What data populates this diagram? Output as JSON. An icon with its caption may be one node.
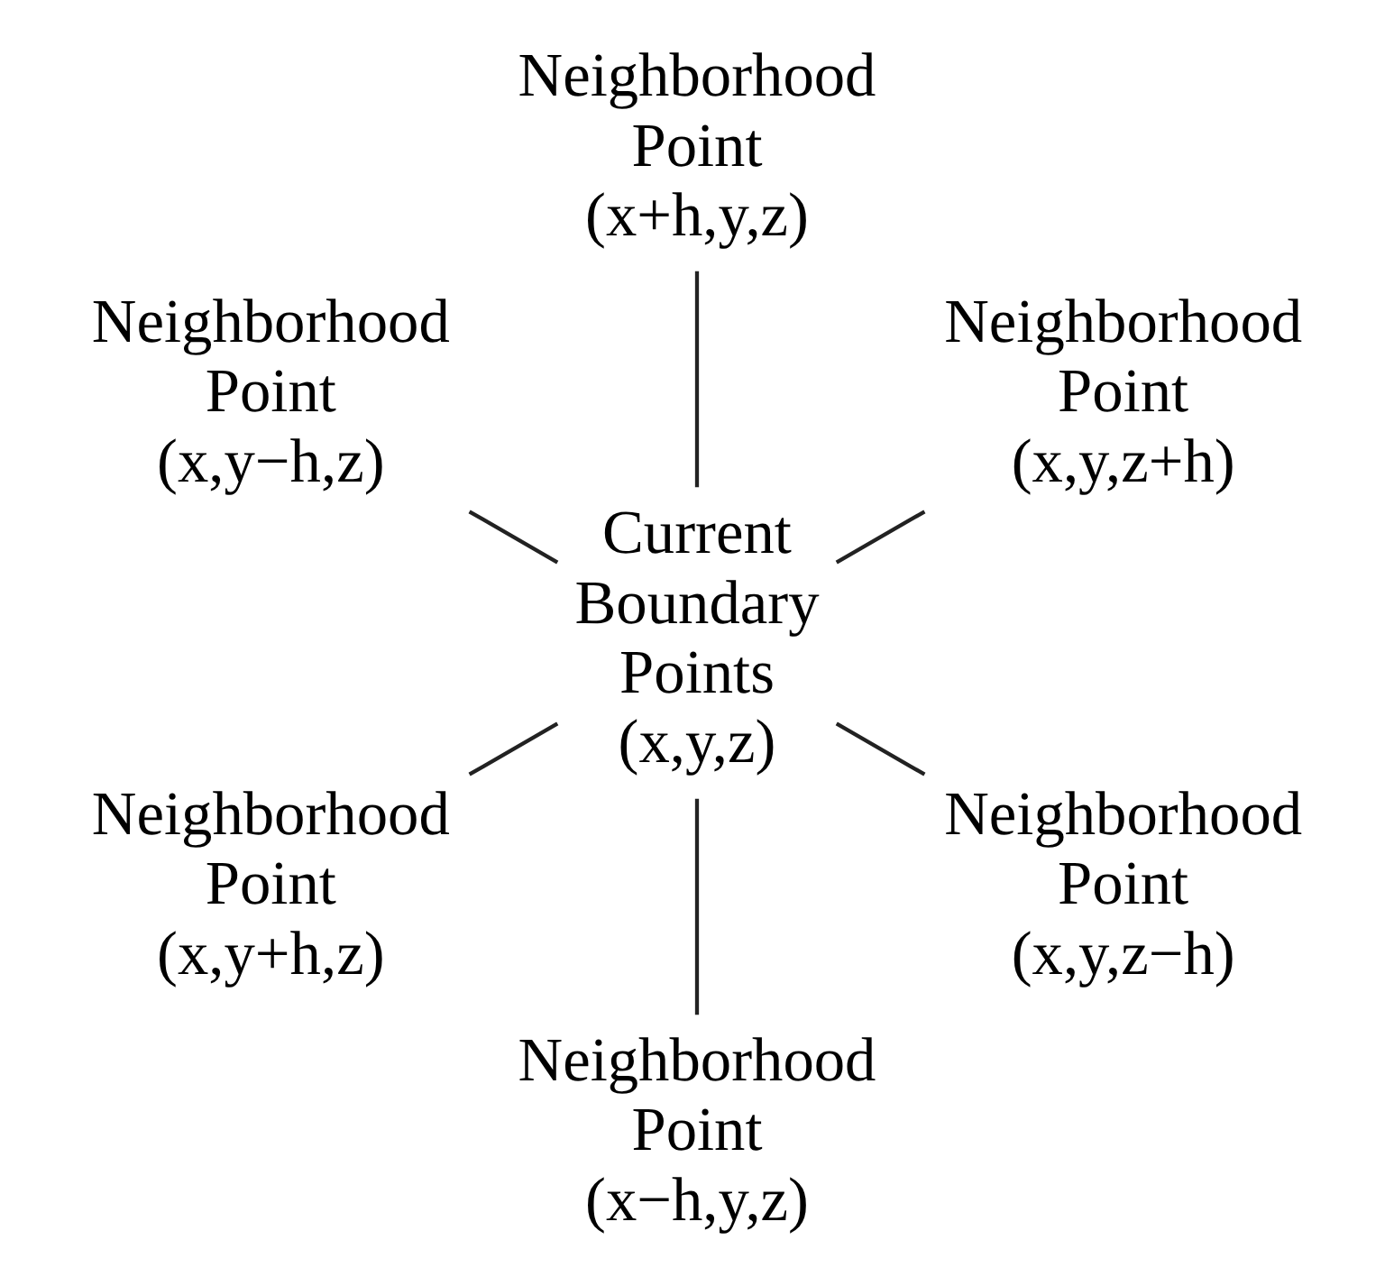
{
  "diagram": {
    "nodes": [
      {
        "text": [
          "Neighborhood Point (x,y,z+h)"
        ]
      },
      {
        "text": [
          "Neighborhood Point (x+h,y,z)"
        ]
      },
      {
        "text": [
          "Neighborhood Point (x,y−h,z)"
        ]
      },
      {
        "text": [
          "Current Boundary Points (x,y,z)"
        ]
      },
      {
        "text": [
          "Neighborhood Point (x,y+h,z)"
        ]
      },
      {
        "text": [
          "Neighborhood Point (x−h,y,z)"
        ]
      },
      {
        "text": [
          "Neighborhood Point (x,y,z−h)"
        ]
      }
    ],
    "edges": [
      {
        "from": 3,
        "to": 0,
        "arrow": "none"
      },
      {
        "from": 3,
        "to": 1,
        "arrow": "none"
      },
      {
        "from": 3,
        "to": 2,
        "arrow": "none"
      },
      {
        "from": 3,
        "to": 4,
        "arrow": "none"
      },
      {
        "from": 3,
        "to": 5,
        "arrow": "none"
      },
      {
        "from": 3,
        "to": 6,
        "arrow": "none"
      }
    ]
  }
}
